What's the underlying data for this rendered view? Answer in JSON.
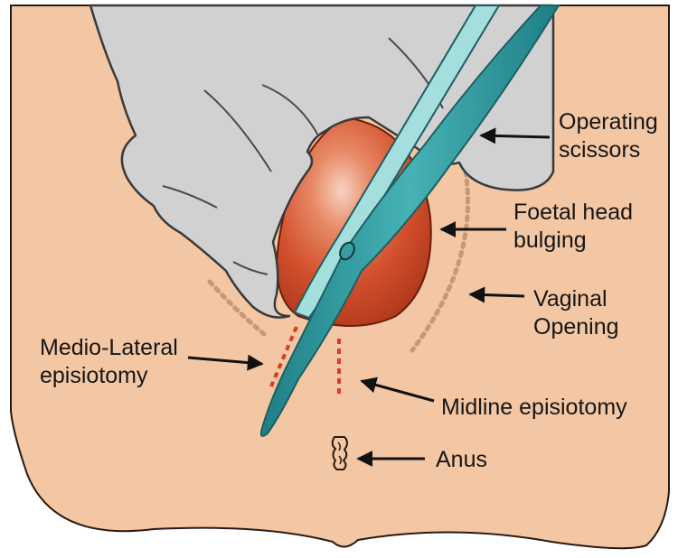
{
  "labels": {
    "operating_scissors": [
      "Operating",
      "scissors"
    ],
    "foetal_head": [
      "Foetal head",
      "bulging"
    ],
    "vaginal_opening": [
      "Vaginal",
      "Opening"
    ],
    "medio_lateral": [
      "Medio-Lateral",
      "episiotomy"
    ],
    "midline": "Midline episiotomy",
    "anus": "Anus"
  },
  "colors": {
    "skin": "#F3C7A3",
    "glove": "#D1D1D1",
    "scissors": "#2F9BA0",
    "scissors_light": "#A4DEDD",
    "foetal_head": "#D14B2A",
    "incision": "#D93A2A",
    "vaginal_dots": "#C89872",
    "arrow": "#111111"
  }
}
